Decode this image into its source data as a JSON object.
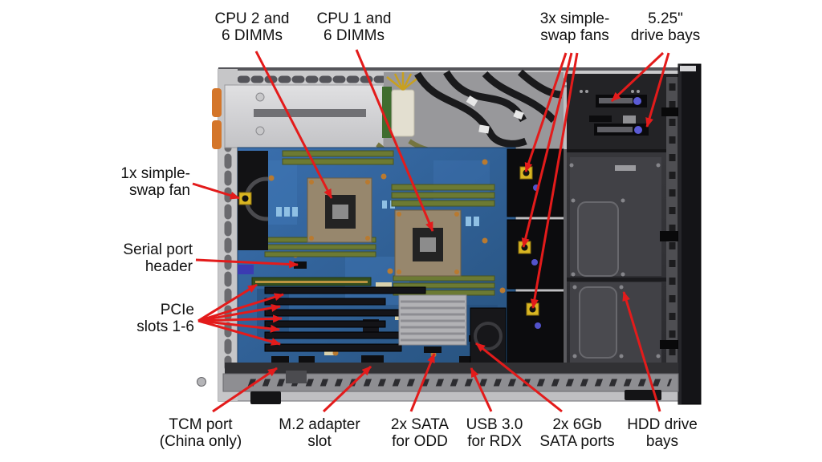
{
  "colors": {
    "arrow": "#e31b1b",
    "label_text": "#111111",
    "background": "#ffffff"
  },
  "labels": {
    "cpu2": {
      "line1": "CPU 2 and",
      "line2": "6 DIMMs"
    },
    "cpu1": {
      "line1": "CPU 1 and",
      "line2": "6 DIMMs"
    },
    "fans3x": {
      "line1": "3x simple-",
      "line2": "swap fans"
    },
    "bays525": {
      "line1": "5.25\"",
      "line2": "drive bays"
    },
    "fan1x": {
      "line1": "1x simple-",
      "line2": "swap fan"
    },
    "serial": {
      "line1": "Serial port",
      "line2": "header"
    },
    "pcie": {
      "line1": "PCIe",
      "line2": "slots 1-6"
    },
    "tcm": {
      "line1": "TCM port",
      "line2": "(China only)"
    },
    "m2": {
      "line1": "M.2 adapter",
      "line2": "slot"
    },
    "sata_odd": {
      "line1": "2x SATA",
      "line2": "for ODD"
    },
    "usb_rdx": {
      "line1": "USB 3.0",
      "line2": "for RDX"
    },
    "sata_6gb": {
      "line1": "2x 6Gb",
      "line2": "SATA ports"
    },
    "hdd_bays": {
      "line1": "HDD drive",
      "line2": "bays"
    }
  }
}
